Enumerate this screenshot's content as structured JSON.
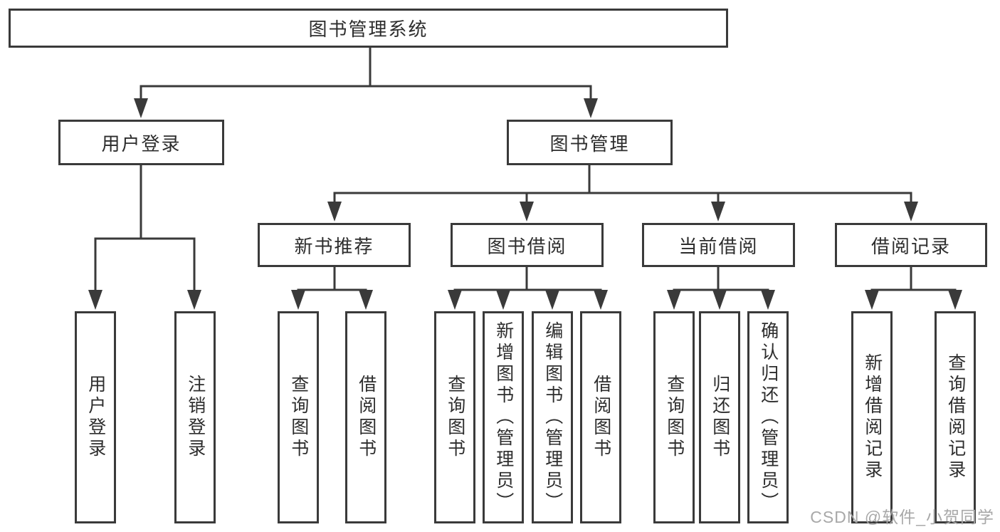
{
  "diagram": {
    "title": "图书管理系统",
    "tree": {
      "root": {
        "label": "图书管理系统",
        "children": [
          {
            "label": "用户登录",
            "children": [
              {
                "label": "用户登录"
              },
              {
                "label": "注销登录"
              }
            ]
          },
          {
            "label": "图书管理",
            "children": [
              {
                "label": "新书推荐",
                "children": [
                  {
                    "label": "查询图书"
                  },
                  {
                    "label": "借阅图书"
                  }
                ]
              },
              {
                "label": "图书借阅",
                "children": [
                  {
                    "label": "查询图书"
                  },
                  {
                    "label": "新增图书（管理员）"
                  },
                  {
                    "label": "编辑图书（管理员）"
                  },
                  {
                    "label": "借阅图书"
                  }
                ]
              },
              {
                "label": "当前借阅",
                "children": [
                  {
                    "label": "查询图书"
                  },
                  {
                    "label": "归还图书"
                  },
                  {
                    "label": "确认归还（管理员）"
                  }
                ]
              },
              {
                "label": "借阅记录",
                "children": [
                  {
                    "label": "新增借阅记录"
                  },
                  {
                    "label": "查询借阅记录"
                  }
                ]
              }
            ]
          }
        ]
      }
    },
    "colors": {
      "line": "#3a3a3a",
      "text": "#2d2d2d",
      "watermark": "#a8a8a8",
      "background": "#ffffff"
    }
  },
  "watermark": {
    "text": "CSDN @软件_小贺同学"
  }
}
